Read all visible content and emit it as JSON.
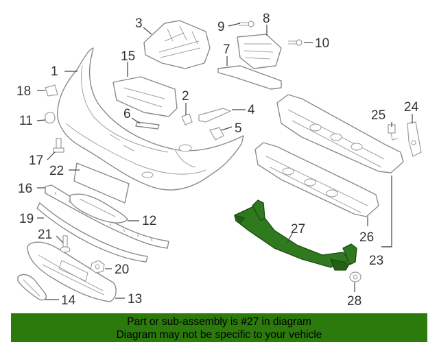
{
  "callouts": {
    "c1": "1",
    "c2": "2",
    "c3": "3",
    "c4": "4",
    "c5": "5",
    "c6": "6",
    "c7": "7",
    "c8": "8",
    "c9": "9",
    "c10": "10",
    "c11": "11",
    "c12": "12",
    "c13": "13",
    "c14": "14",
    "c15": "15",
    "c16": "16",
    "c17": "17",
    "c18": "18",
    "c19": "19",
    "c20": "20",
    "c21": "21",
    "c22": "22",
    "c23": "23",
    "c24": "24",
    "c25": "25",
    "c26": "26",
    "c27": "27",
    "c28": "28"
  },
  "highlighted_part": "27",
  "highlight_color": "#2b7a0b",
  "banner": {
    "line1": "Part or sub-assembly is #27 in diagram",
    "line2": "Diagram may not be specific to your vehicle"
  }
}
